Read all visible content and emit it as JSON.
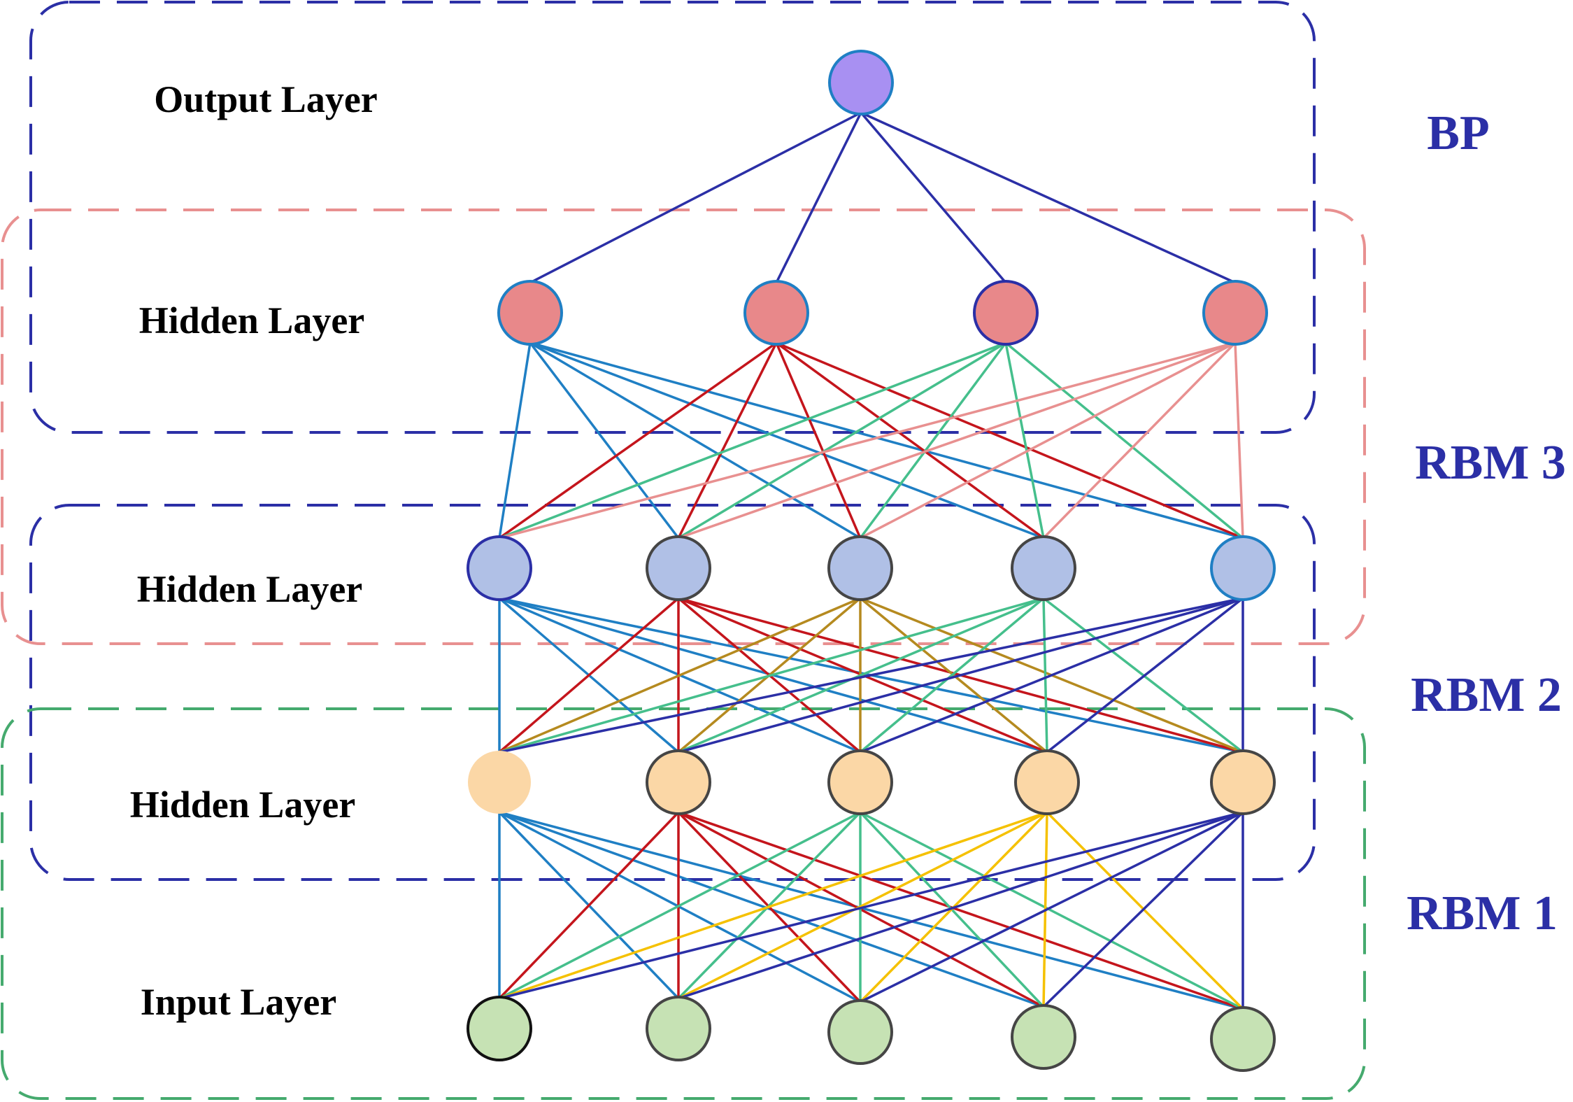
{
  "layer_labels": {
    "output": "Output Layer",
    "hidden_3": "Hidden Layer",
    "hidden_2": "Hidden Layer",
    "hidden_1": "Hidden Layer",
    "input": "Input Layer"
  },
  "group_labels": {
    "bp": "BP",
    "rbm3": "RBM 3",
    "rbm2": "RBM 2",
    "rbm1": "RBM 1"
  },
  "layers": [
    {
      "id": "output",
      "node_count": 1,
      "fill": "#a890f2",
      "stroke": "#1f7fc4"
    },
    {
      "id": "hidden_3",
      "node_count": 4,
      "fill": "#e8888a",
      "stroke": "#1f7fc4"
    },
    {
      "id": "hidden_2",
      "node_count": 5,
      "fill": "#b0c0e6",
      "stroke": "#454545"
    },
    {
      "id": "hidden_1",
      "node_count": 5,
      "fill": "#fbd7a6",
      "stroke": "#454545"
    },
    {
      "id": "input",
      "node_count": 5,
      "fill": "#c6e2b4",
      "stroke": "#454545"
    }
  ],
  "edge_colors": {
    "output_to_hidden_3": [
      "#2b2fa6"
    ],
    "hidden_3_to_hidden_2": [
      "#1f7fc4",
      "#c4151c",
      "#45bf8c",
      "#e89090"
    ],
    "hidden_2_to_hidden_1": [
      "#1f7fc4",
      "#c4151c",
      "#b58a1f",
      "#45bf8c",
      "#2b2fa6"
    ],
    "hidden_1_to_input": [
      "#1f7fc4",
      "#c4151c",
      "#45bf8c",
      "#f5c100",
      "#2b2fa6"
    ]
  },
  "group_colors": {
    "bp": "#2b2fa6",
    "rbm3": "#e89090",
    "rbm2": "#2b2fa6",
    "rbm1": "#45aa6e"
  }
}
